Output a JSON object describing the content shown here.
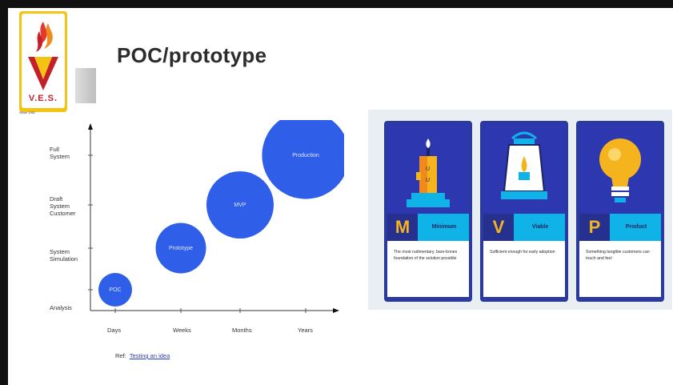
{
  "slide": {
    "title": "POC/prototype",
    "logo": {
      "text": "V.E.S.",
      "since": "Since 1962"
    },
    "chart_data": {
      "type": "scatter",
      "x_categories": [
        "Days",
        "Weeks",
        "Months",
        "Years"
      ],
      "y_categories": [
        "Analysis",
        "System Simulation",
        "Draft System Customer",
        "Full System"
      ],
      "y_tick_labels": [
        "Full\nSystem",
        "Draft\nSystem\nCustomer",
        "System\nSimulation",
        "Analysis"
      ],
      "points": [
        {
          "label": "POC",
          "x": "Days",
          "y": "Analysis",
          "size": 1
        },
        {
          "label": "Prototype",
          "x": "Weeks",
          "y": "System Simulation",
          "size": 1.5
        },
        {
          "label": "MVP",
          "x": "Months",
          "y": "Draft System Customer",
          "size": 2
        },
        {
          "label": "Production",
          "x": "Years",
          "y": "Full System",
          "size": 2.6
        }
      ],
      "color": "#2f5ee8"
    },
    "reference": {
      "prefix": "Ref:",
      "link_text": "Testing an idea"
    },
    "mvp_cards": [
      {
        "letter": "M",
        "word": "Minimum",
        "description": "The most rudimentary, bare-bones foundation of the solution possible",
        "icon": "candle-icon"
      },
      {
        "letter": "V",
        "word": "Viable",
        "description": "Sufficient enough for early adoption",
        "icon": "lantern-icon"
      },
      {
        "letter": "P",
        "word": "Product",
        "description": "Something tangible customers can touch and feel",
        "icon": "lightbulb-icon"
      }
    ],
    "colors": {
      "bubble": "#2f5ee8",
      "card_dark": "#2c37b0",
      "card_accent": "#0fb3e8",
      "letter": "#f5b41d"
    }
  }
}
